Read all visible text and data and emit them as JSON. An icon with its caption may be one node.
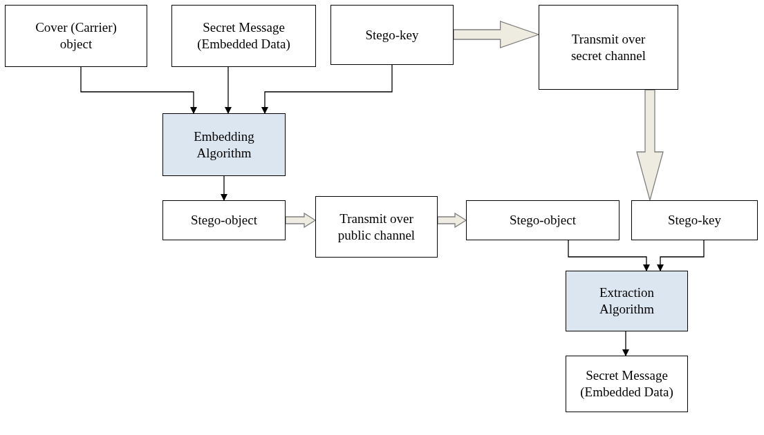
{
  "diagram": {
    "nodes": [
      {
        "text": [
          "Cover (Carrier) object"
        ]
      },
      {
        "text": [
          "Secret Message (Embedded Data)"
        ]
      },
      {
        "text": [
          "Stego-key"
        ]
      },
      {
        "text": [
          "Transmit over secret channel"
        ]
      },
      {
        "text": [
          "Embedding Algorithm"
        ]
      },
      {
        "text": [
          "Stego-object"
        ]
      },
      {
        "text": [
          "Transmit over public channel"
        ]
      },
      {
        "text": [
          "Stego-object"
        ]
      },
      {
        "text": [
          "Stego-key"
        ]
      },
      {
        "text": [
          "Extraction Algorithm"
        ]
      },
      {
        "text": [
          "Secret Message (Embedded Data)"
        ]
      }
    ],
    "edges": [
      {
        "from": 0,
        "to": 4,
        "arrow": "to"
      },
      {
        "from": 1,
        "to": 4,
        "arrow": "to"
      },
      {
        "from": 2,
        "to": 4,
        "arrow": "to"
      },
      {
        "from": 2,
        "to": 3,
        "arrow": "to",
        "style": "thick"
      },
      {
        "from": 3,
        "to": 8,
        "arrow": "to",
        "style": "thick"
      },
      {
        "from": 4,
        "to": 5,
        "arrow": "to"
      },
      {
        "from": 5,
        "to": 6,
        "arrow": "to",
        "style": "thick"
      },
      {
        "from": 6,
        "to": 7,
        "arrow": "to",
        "style": "thick"
      },
      {
        "from": 7,
        "to": 9,
        "arrow": "to"
      },
      {
        "from": 8,
        "to": 9,
        "arrow": "to"
      },
      {
        "from": 9,
        "to": 10,
        "arrow": "to"
      }
    ]
  }
}
